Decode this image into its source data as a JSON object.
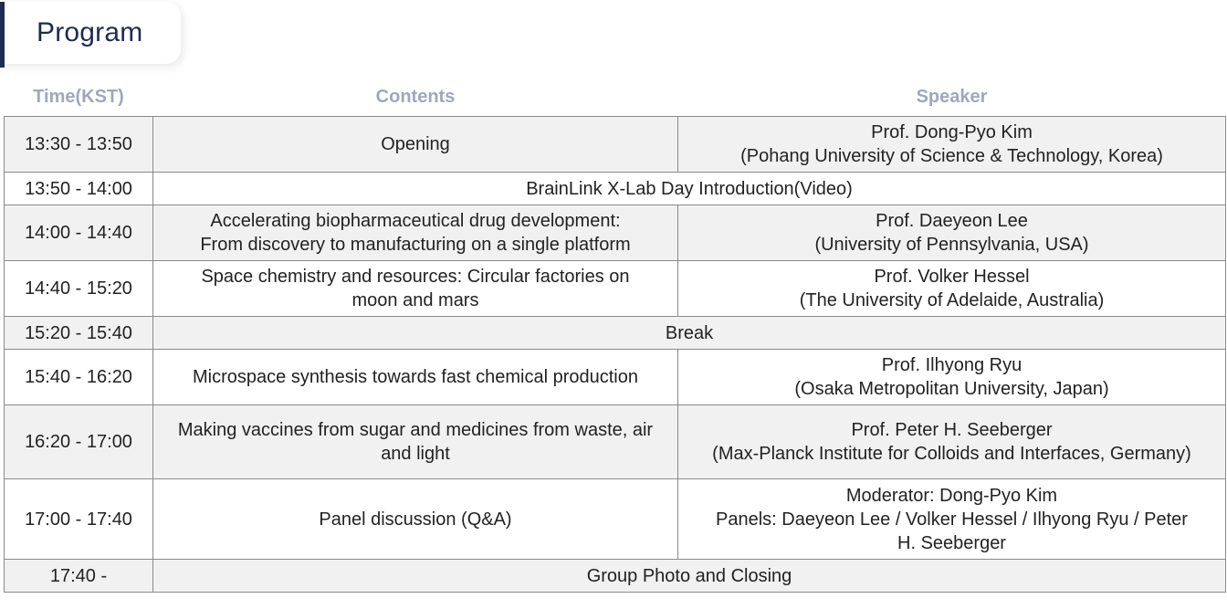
{
  "section": {
    "title": "Program"
  },
  "table": {
    "headers": [
      "Time(KST)",
      "Contents",
      "Speaker"
    ],
    "rows": [
      {
        "time": "13:30 - 13:50",
        "contents": "Opening",
        "speaker": [
          "Prof. Dong-Pyo Kim",
          "(Pohang University of Science & Technology, Korea)"
        ]
      },
      {
        "time": "13:50 - 14:00",
        "span": "BrainLink X-Lab Day Introduction(Video)"
      },
      {
        "time": "14:00 - 14:40",
        "contents": [
          "Accelerating biopharmaceutical drug development:",
          "From discovery to manufacturing on a single platform"
        ],
        "speaker": [
          "Prof. Daeyeon Lee",
          "(University of Pennsylvania, USA)"
        ]
      },
      {
        "time": "14:40 - 15:20",
        "contents": [
          "Space chemistry and resources: Circular factories on",
          "moon and mars"
        ],
        "speaker": [
          "Prof. Volker Hessel",
          "(The University of Adelaide, Australia)"
        ]
      },
      {
        "time": "15:20 - 15:40",
        "span": "Break"
      },
      {
        "time": "15:40 - 16:20",
        "contents": "Microspace synthesis towards fast chemical production",
        "speaker": [
          "Prof. Ilhyong Ryu",
          "(Osaka Metropolitan University, Japan)"
        ]
      },
      {
        "time": "16:20 - 17:00",
        "contents": [
          "Making vaccines from sugar and medicines from waste, air",
          "and light"
        ],
        "speaker": [
          "Prof. Peter H. Seeberger",
          "(Max-Planck Institute for Colloids and Interfaces, Germany)"
        ]
      },
      {
        "time": "17:00 - 17:40",
        "contents": "Panel discussion (Q&A)",
        "speaker": [
          "Moderator: Dong-Pyo Kim",
          "Panels: Daeyeon Lee / Volker Hessel / Ilhyong Ryu / Peter",
          "H. Seeberger"
        ]
      },
      {
        "time": "17:40 -",
        "span": "Group Photo and Closing"
      }
    ]
  },
  "colors": {
    "accent": "#1f2b52",
    "header_text": "#9ea7bd",
    "shaded_cell": "#f1f1f1",
    "border": "#8a8a8a"
  }
}
